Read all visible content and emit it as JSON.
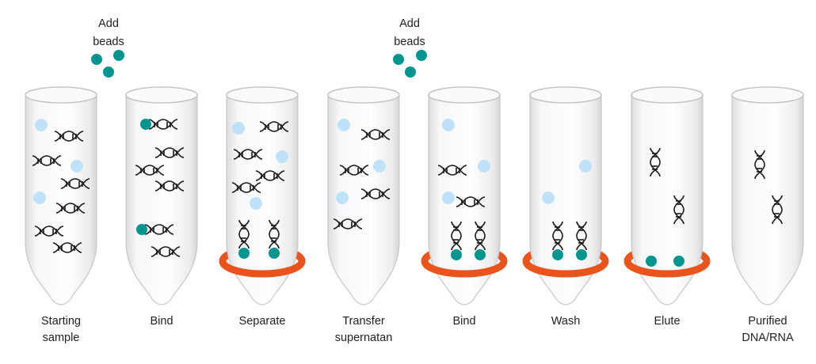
{
  "add_beads": {
    "line1": "Add",
    "line2": "beads"
  },
  "steps": [
    {
      "line1": "Starting",
      "line2": "sample",
      "magnet": false
    },
    {
      "line1": "Bind",
      "line2": "",
      "magnet": false
    },
    {
      "line1": "Separate",
      "line2": "",
      "magnet": true
    },
    {
      "line1": "Transfer",
      "line2": "supernatan",
      "magnet": false
    },
    {
      "line1": "Bind",
      "line2": "",
      "magnet": true
    },
    {
      "line1": "Wash",
      "line2": "",
      "magnet": true
    },
    {
      "line1": "Elute",
      "line2": "",
      "magnet": true
    },
    {
      "line1": "Purified",
      "line2": "DNA/RNA",
      "magnet": false
    }
  ],
  "colors": {
    "bead": "#00968f",
    "free_bead": "#bfe2f8",
    "magnet": "#e8541c",
    "dna": "#1a1a1a",
    "tube_edge": "#c8c8c8"
  }
}
